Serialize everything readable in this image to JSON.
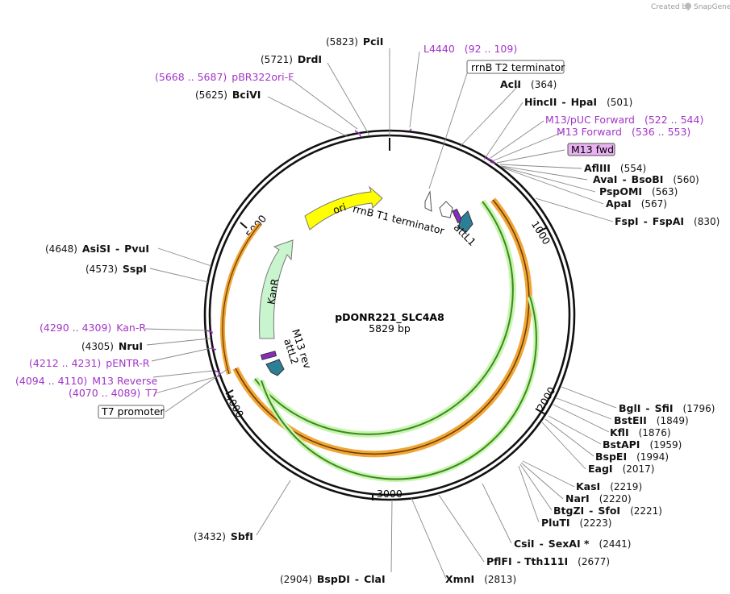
{
  "credit": {
    "prefix": "Created by",
    "brand": "SnapGene"
  },
  "plasmid": {
    "name": "pDONR221_SLC4A8",
    "size": "5829 bp"
  },
  "ticks": [
    "1000",
    "2000",
    "3000",
    "4000",
    "5000"
  ],
  "features": {
    "ori": "ori",
    "kanr": "KanR",
    "rrnb_t1": "rrnB T1 terminator",
    "attl1": "attL1",
    "attl2": "attL2",
    "m13rev": "M13 rev"
  },
  "boxed_labels": {
    "rrnb_t2": "rrnB T2 terminator",
    "t7_promoter": "T7 promoter",
    "m13_fwd": "M13 fwd"
  },
  "sites_top": [
    {
      "name": "PciI",
      "pos": "(5823)"
    },
    {
      "name": "DrdI",
      "pos": "(5721)"
    },
    {
      "name": "pBR322ori-F",
      "pos": "(5668 .. 5687)",
      "primer": true
    },
    {
      "name": "BciVI",
      "pos": "(5625)"
    },
    {
      "name": "L4440",
      "pos": "(92 .. 109)",
      "primer": true
    }
  ],
  "sites_right": [
    {
      "name": "AclI",
      "pos": "(364)"
    },
    {
      "name": "HincII",
      "name2": "HpaI",
      "pos": "(501)"
    },
    {
      "name": "M13/pUC Forward",
      "pos": "(522 .. 544)",
      "primer": true
    },
    {
      "name": "M13 Forward",
      "pos": "(536 .. 553)",
      "primer": true
    },
    {
      "name": "AflIII",
      "pos": "(554)"
    },
    {
      "name": "AvaI",
      "name2": "BsoBI",
      "pos": "(560)"
    },
    {
      "name": "PspOMI",
      "pos": "(563)"
    },
    {
      "name": "ApaI",
      "pos": "(567)"
    },
    {
      "name": "FspI",
      "name2": "FspAI",
      "pos": "(830)"
    }
  ],
  "sites_lower_right": [
    {
      "name": "BglI",
      "name2": "SfiI",
      "pos": "(1796)"
    },
    {
      "name": "BstEII",
      "pos": "(1849)"
    },
    {
      "name": "KflI",
      "pos": "(1876)"
    },
    {
      "name": "BstAPI",
      "pos": "(1959)"
    },
    {
      "name": "BspEI",
      "pos": "(1994)"
    },
    {
      "name": "EagI",
      "pos": "(2017)"
    },
    {
      "name": "KasI",
      "pos": "(2219)"
    },
    {
      "name": "NarI",
      "pos": "(2220)"
    },
    {
      "name": "BtgZI",
      "name2": "SfoI",
      "pos": "(2221)"
    },
    {
      "name": "PluTI",
      "pos": "(2223)"
    },
    {
      "name": "CsiI",
      "name2": "SexAI *",
      "pos": "(2441)"
    },
    {
      "name": "PflFI",
      "name2": "Tth111I",
      "pos": "(2677)"
    },
    {
      "name": "XmnI",
      "pos": "(2813)"
    }
  ],
  "sites_bottom": [
    {
      "name": "BspDI",
      "name2": "ClaI",
      "pos": "(2904)"
    },
    {
      "name": "SbfI",
      "pos": "(3432)"
    }
  ],
  "sites_left": [
    {
      "name": "AsiSI",
      "name2": "PvuI",
      "pos": "(4648)"
    },
    {
      "name": "SspI",
      "pos": "(4573)"
    },
    {
      "name": "Kan-R",
      "pos": "(4290 .. 4309)",
      "primer": true
    },
    {
      "name": "NruI",
      "pos": "(4305)"
    },
    {
      "name": "pENTR-R",
      "pos": "(4212 .. 4231)",
      "primer": true
    },
    {
      "name": "M13 Reverse",
      "pos": "(4094 .. 4110)",
      "primer": true
    },
    {
      "name": "T7",
      "pos": "(4070 .. 4089)",
      "primer": true
    }
  ],
  "colors": {
    "ori": "#ffff00",
    "kanr": "#c8f5cd",
    "orange": "#f0a536",
    "green": "#3a8a1e",
    "att": "#2b7f96",
    "primer": "#a234c8",
    "m13_box": "#e8b2f0"
  }
}
